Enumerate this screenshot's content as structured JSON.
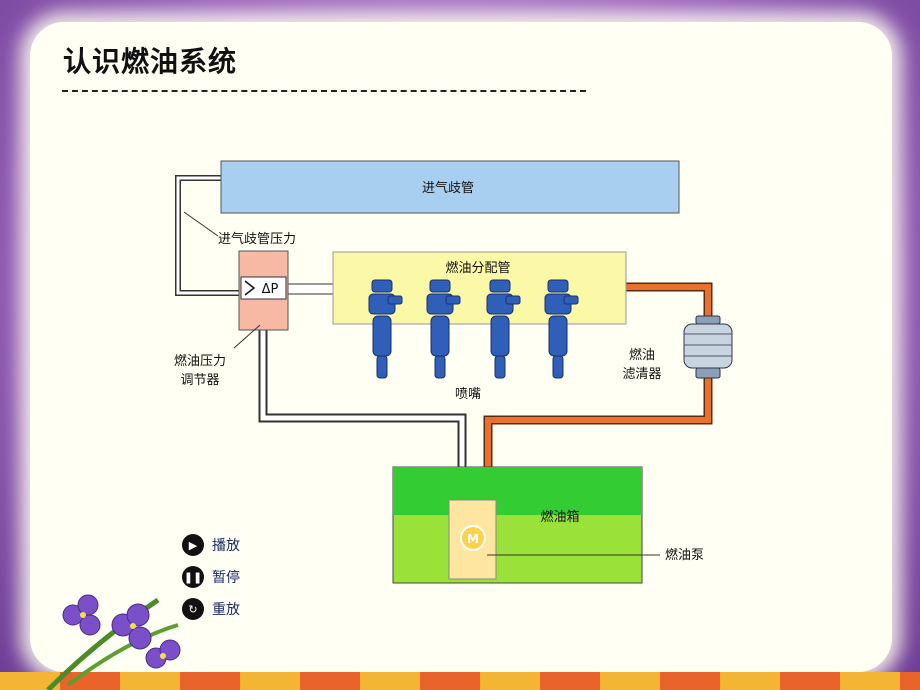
{
  "slide": {
    "title": "认识燃油系统"
  },
  "diagram": {
    "intake_manifold": "进气歧管",
    "manifold_pressure": "进气歧管压力",
    "regulator_symbol": "ΔP",
    "regulator_label_line1": "燃油压力",
    "regulator_label_line2": "调节器",
    "fuel_rail": "燃油分配管",
    "injectors": "喷嘴",
    "filter_line1": "燃油",
    "filter_line2": "滤清器",
    "tank": "燃油箱",
    "pump_symbol": "M",
    "pump": "燃油泵"
  },
  "controls": {
    "play": "播放",
    "pause": "暂停",
    "replay": "重放"
  },
  "colors": {
    "manifold": "#a9cff0",
    "rail": "#fbf8a8",
    "regulator": "#f7b8a4",
    "tank_top": "#33cc33",
    "tank_bottom": "#9ae23a",
    "fuel_line": "#e8722c",
    "injector": "#2f5fb8"
  }
}
